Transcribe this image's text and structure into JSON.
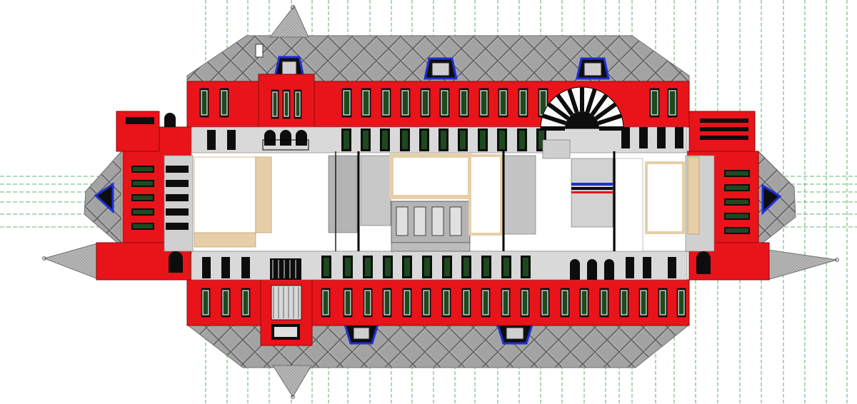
{
  "colors": {
    "background": "#ffffff",
    "brick_red": "#e8141a",
    "roof_gray": "#9b9b9b",
    "roof_light": "#c9c9c9",
    "roof_line": "#6f6f6f",
    "dormer_blue": "#1d2fd6",
    "window_dark": "#0d0d0d",
    "window_frame": "#f1f1f1",
    "window_glass": "#1c4a1e",
    "courtyard": "#ffffff",
    "floor_gray": "#b4b4b4",
    "floor_tan": "#e6cfa8",
    "grid_line": "#2f9e3f"
  },
  "icons": {
    "roof": "diamond-hatch",
    "window": "tall-arched-window",
    "dormer": "blue-trapezoid-dormer",
    "spire": "gray-triangular-spire",
    "compass": "radial-fan-window"
  }
}
